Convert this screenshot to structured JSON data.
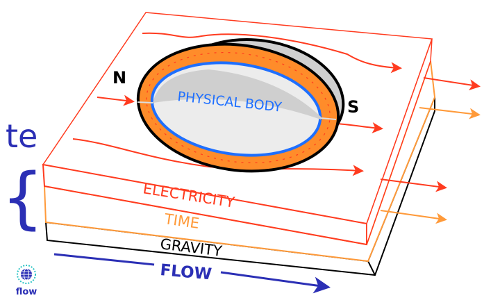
{
  "labels": {
    "north": "N",
    "south": "S",
    "body": "PHYSICAL BODY",
    "electricity": "ELECTRICITY",
    "time": "TIME",
    "gravity": "GRAVITY",
    "flow": "FLOW",
    "side_text": "te",
    "brace": "{",
    "logo_text": "flow"
  },
  "colors": {
    "electricity": "#ff3b1f",
    "time": "#ff9a3a",
    "gravity": "#000000",
    "flow": "#2b2fb5",
    "body_outline": "#1e6fff",
    "aura": "#ff8c2a"
  }
}
